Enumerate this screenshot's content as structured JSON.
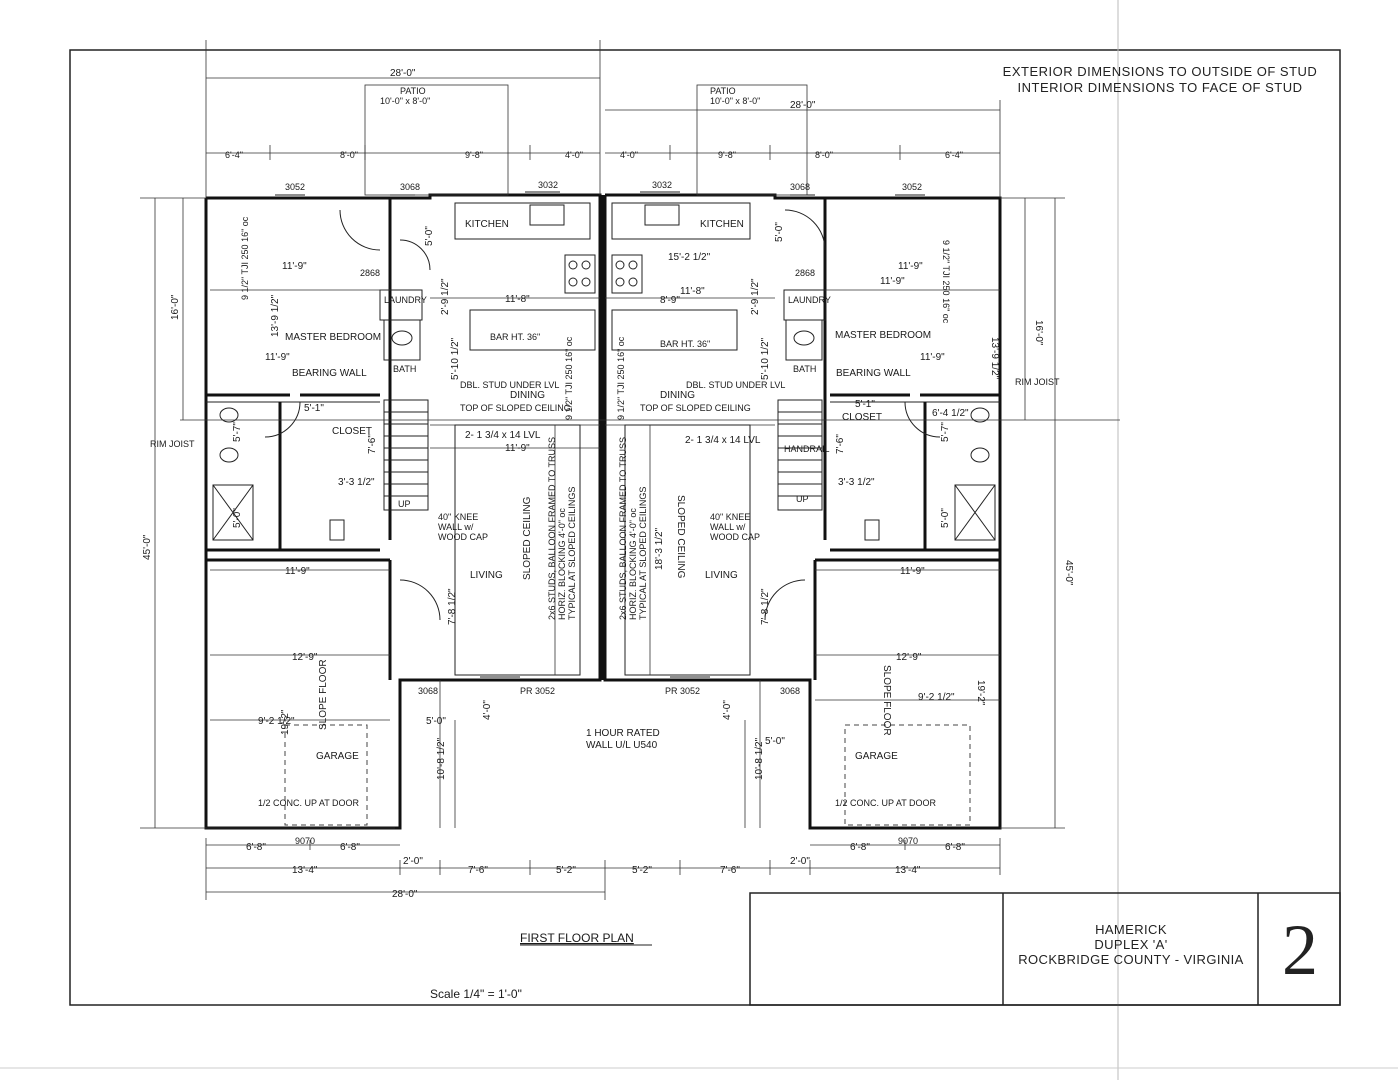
{
  "notes": {
    "line1": "EXTERIOR DIMENSIONS TO OUTSIDE OF STUD",
    "line2": "INTERIOR DIMENSIONS TO FACE OF STUD"
  },
  "title": {
    "plan_title": "FIRST FLOOR PLAN",
    "scale": "Scale 1/4\" = 1'-0\"",
    "project_line1": "HAMERICK",
    "project_line2": "DUPLEX 'A'",
    "project_line3": "ROCKBRIDGE COUNTY - VIRGINIA",
    "sheet_number": "2"
  },
  "rooms": {
    "kitchen": "KITCHEN",
    "laundry": "LAUNDRY",
    "master_bedroom": "MASTER BEDROOM",
    "bearing_wall": "BEARING WALL",
    "bath": "BATH",
    "closet": "CLOSET",
    "dining": "DINING",
    "top_sloped": "TOP OF SLOPED CEILING",
    "living": "LIVING",
    "garage": "GARAGE",
    "sloped_ceiling": "SLOPED CEILING",
    "slope_floor": "SLOPE FLOOR",
    "conc_up": "1/2 CONC. UP AT DOOR",
    "rim_joist": "RIM JOIST",
    "bar": "BAR HT. 36\"",
    "knee_wall": "40\" KNEE",
    "knee_wall2": "WALL w/",
    "knee_wall3": "WOOD CAP",
    "up": "UP",
    "handrail": "HANDRAIL",
    "stud_note": "DBL. STUD UNDER LVL",
    "lvl": "2- 1 3/4 x 14 LVL",
    "patio": "PATIO",
    "patio_size": "10'-0\" x 8'-0\"",
    "rated_wall1": "1 HOUR RATED",
    "rated_wall2": "WALL U/L U540",
    "balloon1": "2x6 STUDS, BALLOON FRAMED TO TRUSS",
    "balloon2": "HORIZ. BLOCKING 4'-0\" oc",
    "balloon3": "TYPICAL AT SLOPED CEILINGS",
    "joist": "9 1/2\" TJI 250 16\" oc"
  },
  "dims": {
    "d28": "28'-0\"",
    "d6_4": "6'-4\"",
    "d8_0": "8'-0\"",
    "d9_8": "9'-8\"",
    "d4_0": "4'-0\"",
    "d16_0": "16'-0\"",
    "d45_0": "45'-0\"",
    "d11_9": "11'-9\"",
    "d11_8": "11'-8\"",
    "d13_9": "13'-9 1/2\"",
    "d12_9": "12'-9\"",
    "d19_2": "19'-2\"",
    "d9_2": "9'-2 1/2\"",
    "d6_8": "6'-8\"",
    "d13_4": "13'-4\"",
    "d2_0": "2'-0\"",
    "d7_6": "7'-6\"",
    "d5_2": "5'-2\"",
    "d5_0": "5'-0\"",
    "d5_7": "5'-7\"",
    "d5_1": "5'-1\"",
    "d7_8": "7'-8 1/2\"",
    "d18_3": "18'-3 1/2\"",
    "d10_8": "10'-8 1/2\"",
    "d15_2": "15'-2 1/2\"",
    "d8_9": "8'-9\"",
    "d3_3": "3'-3 1/2\"",
    "d2_9": "2'-9 1/2\"",
    "d7_6b": "7'-6\"",
    "d6_4h": "6'-4 1/2\"",
    "d5_10": "5'-10 1/2\""
  },
  "windows": {
    "w3052": "3052",
    "w3068": "3068",
    "w3032": "3032",
    "w2868": "2868",
    "w9070": "9070",
    "wpr": "PR 3052"
  }
}
